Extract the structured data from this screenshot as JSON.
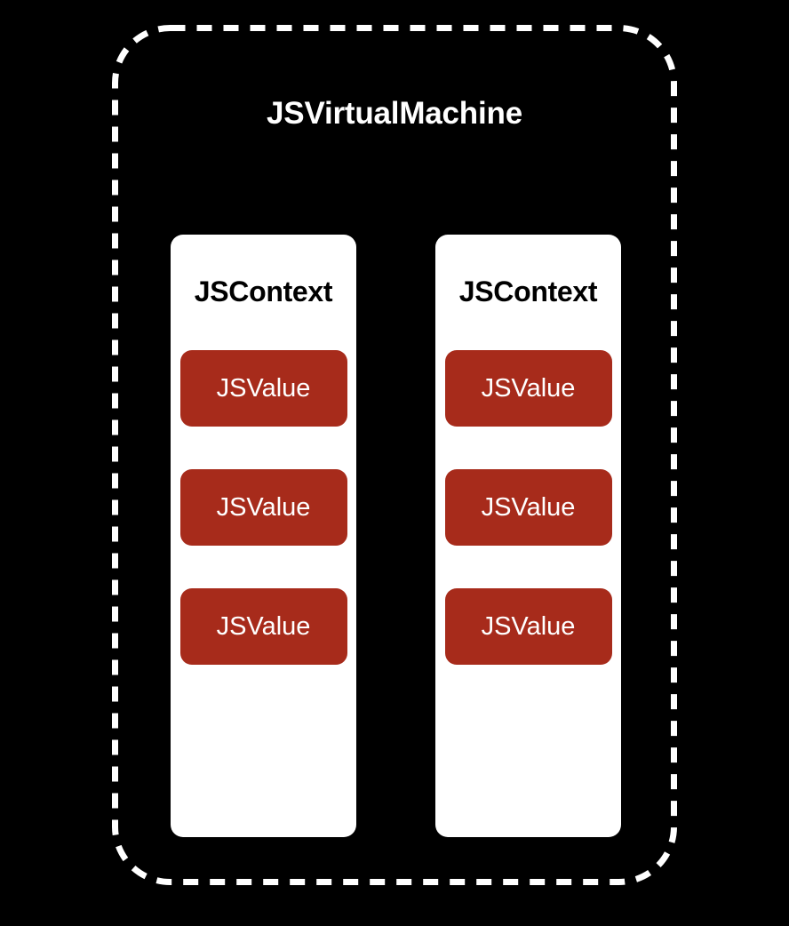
{
  "diagram": {
    "title": "JSVirtualMachine",
    "background_color": "#000000",
    "border_color": "#ffffff",
    "border_style": "dashed",
    "contexts": [
      {
        "title": "JSContext",
        "card_color": "#ffffff",
        "title_color": "#000000",
        "values": [
          {
            "label": "JSValue",
            "color": "#a72b1b"
          },
          {
            "label": "JSValue",
            "color": "#a72b1b"
          },
          {
            "label": "JSValue",
            "color": "#a72b1b"
          }
        ]
      },
      {
        "title": "JSContext",
        "card_color": "#ffffff",
        "title_color": "#000000",
        "values": [
          {
            "label": "JSValue",
            "color": "#a72b1b"
          },
          {
            "label": "JSValue",
            "color": "#a72b1b"
          },
          {
            "label": "JSValue",
            "color": "#a72b1b"
          }
        ]
      }
    ]
  }
}
